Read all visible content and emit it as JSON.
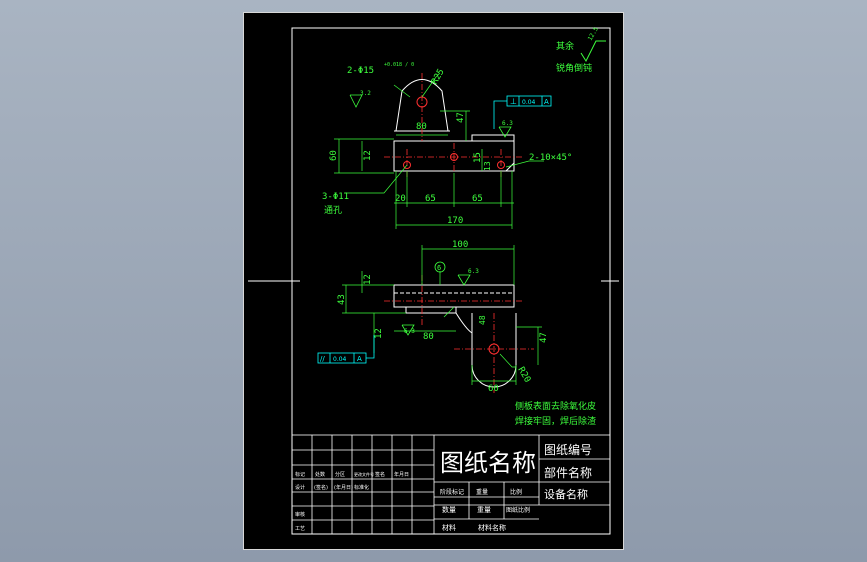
{
  "drawing": {
    "note_top_right": [
      "其余",
      "锐角倒钝"
    ],
    "roughness_top_right": "12.5",
    "front_view": {
      "hole_top": "2-Φ15",
      "hole_tol": "+0.018 / 0",
      "roughness_hole": "3.2",
      "radius": "R25",
      "width_top": "80",
      "height_47": "47",
      "gdt_perp": "⊥",
      "gdt_perp_value": "0.04",
      "gdt_datum": "A",
      "roughness_face": "6.3",
      "height_60": "60",
      "height_12": "12",
      "dim_15": "15",
      "dim_13": "13",
      "chamfer": "2-10×45°",
      "holes_bottom": "3-Φ11",
      "through": "通孔",
      "dim_20": "20",
      "dim_65a": "65",
      "dim_65b": "65",
      "total_length": "170"
    },
    "top_view": {
      "width_100": "100",
      "weld_symbol": "6",
      "roughness_63a": "6.3",
      "dim_12a": "12",
      "dim_43": "43",
      "dim_12b": "12",
      "roughness_63b": "6.3",
      "dim_80": "80",
      "dim_48": "48",
      "dim_47": "47",
      "radius_20": "R20",
      "dim_60": "60",
      "gdt_parallel": "//",
      "gdt_parallel_value": "0.04",
      "gdt_datum": "A"
    },
    "notes_bottom": [
      "侧板表面去除氧化皮",
      "焊接牢固，焊后除渣"
    ]
  },
  "title_block": {
    "drawing_name": "图纸名称",
    "drawing_number": "图纸编号",
    "part_name": "部件名称",
    "equipment_name": "设备名称",
    "rev_headers": [
      "标记",
      "处数",
      "分区",
      "更改文件号",
      "签名",
      "年月日"
    ],
    "row_design": [
      "设计",
      "(签名)",
      "(年月日)",
      "标准化"
    ],
    "row_check": [
      "审核"
    ],
    "row_craft": [
      "工艺"
    ],
    "stage_labels": [
      "阶段标记",
      "重量",
      "比例"
    ],
    "qty_label": "数量",
    "weight_label": "重量",
    "scale_label": "图纸比例",
    "material_label": "材料",
    "material_name": "材料名称"
  },
  "colors": {
    "outline": "#ffffff",
    "dimension": "#3dff3d",
    "center_line": "#ff3030",
    "hole": "#ff3030",
    "gdt": "#00ffff",
    "sheet": "#000000"
  }
}
